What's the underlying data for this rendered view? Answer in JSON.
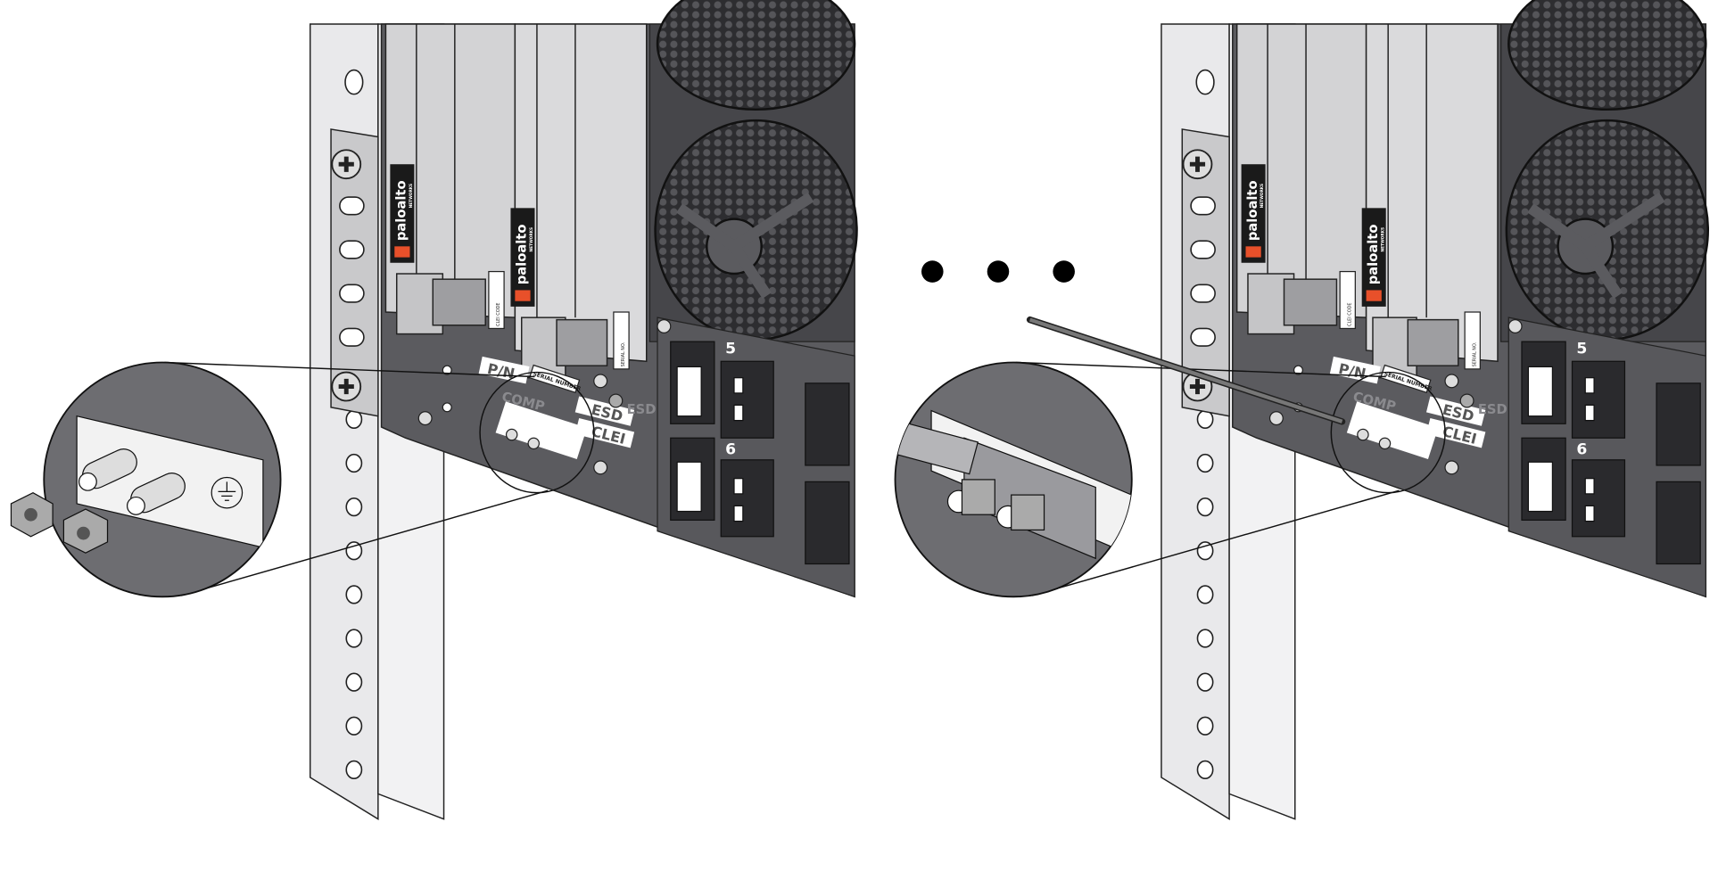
{
  "figure": {
    "brand": "paloalto",
    "brand_sub": "NETWORKS",
    "card_label_line1": "CLEI CODE",
    "card_label_line2": "SERIAL NO.",
    "pn_label": "P/N",
    "serial_label": "SERIAL NUMBER",
    "esd_label": "ESD",
    "esd_port_label": "ESD",
    "clei_label": "CLEI",
    "comp_label": "COMP",
    "psu_top_number": "5",
    "psu_bottom_number": "6"
  },
  "colors": {
    "rail": "#e9e9eb",
    "card": "#d3d3d5",
    "panel": "#5b5b5f",
    "fan": "#3f3f43",
    "brand_accent": "#e8502a",
    "magnifier": "#6d6d71"
  }
}
